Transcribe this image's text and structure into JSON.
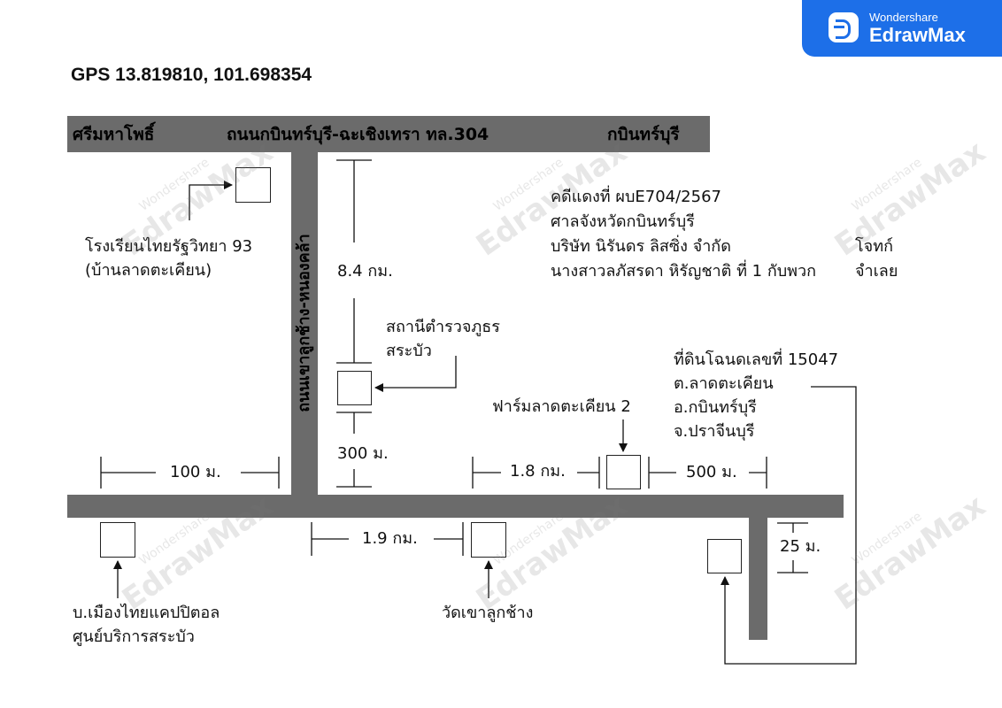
{
  "brand": {
    "line1": "Wondershare",
    "line2": "EdrawMax"
  },
  "watermark": {
    "small": "Wondershare",
    "big": "EdrawMax"
  },
  "gps": "GPS 13.819810, 101.698354",
  "roads": {
    "top_left": "ศรีมหาโพธิ์",
    "top_center": "ถนนกบินทร์บุรี-ฉะเชิงเทรา ทล.304",
    "top_right": "กบินทร์บุรี",
    "vertical": "ถนนเขาลูกช้าง-หนองคล้า"
  },
  "labels": {
    "school_line1": "โรงเรียนไทยรัฐวิทยา 93",
    "school_line2": "(บ้านลาดตะเคียน)",
    "case_line1": "คดีแดงที่ ผบE704/2567",
    "case_line2": "ศาลจังหวัดกบินทร์บุรี",
    "case_line3": "บริษัท นิรันดร ลิสซิ่ง จำกัด",
    "case_line4": "นางสาวลภัสรดา หิรัญชาติ ที่ 1 กับพวก",
    "plaintiff": "โจทก์",
    "defendant": "จำเลย",
    "police_line1": "สถานีตำรวจภูธร",
    "police_line2": "สระบัว",
    "land_line1": "ที่ดินโฉนดเลขที่ 15047",
    "land_line2": "ต.ลาดตะเคียน",
    "land_line3": "อ.กบินทร์บุรี",
    "land_line4": "จ.ปราจีนบุรี",
    "farm": "ฟาร์มลาดตะเคียน 2",
    "capital_line1": "บ.เมืองไทยแคปปิตอล",
    "capital_line2": "ศูนย์บริการสระบัว",
    "temple": "วัดเขาลูกช้าง"
  },
  "distances": {
    "d84": "8.4 กม.",
    "d300": "300 ม.",
    "d100": "100 ม.",
    "d18": "1.8 กม.",
    "d500": "500 ม.",
    "d19": "1.9 กม.",
    "d25": "25 ม."
  },
  "colors": {
    "road": "#6b6b6b",
    "brand": "#1d6fe8"
  }
}
